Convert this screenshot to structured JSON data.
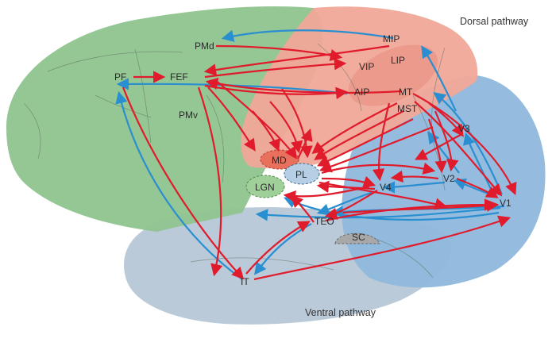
{
  "pathways": {
    "dorsal": "Dorsal pathway",
    "ventral": "Ventral pathway"
  },
  "regions": {
    "PMd": "PMd",
    "PF": "PF",
    "FEF": "FEF",
    "PMv": "PMv",
    "MIP": "MIP",
    "LIP": "LIP",
    "VIP": "VIP",
    "AIP": "AIP",
    "MT": "MT",
    "MST": "MST",
    "V3": "V3",
    "V2": "V2",
    "V1": "V1",
    "V4": "V4",
    "MD": "MD",
    "PL": "PL",
    "LGN": "LGN",
    "TEO": "TEO",
    "SC": "SC",
    "IT": "IT"
  },
  "colors": {
    "frontal_lobe": "#8fc48f",
    "parietal_lobe": "#f0a898",
    "occipital_lobe": "#8fb8dc",
    "temporal_lobe": "#b4c6d6",
    "feedforward_arrow": "#e01b2c",
    "feedback_arrow": "#2a8fd0",
    "md_nucleus": "#e8705c",
    "pl_nucleus": "#b7cfe4",
    "lgn_nucleus": "#9fd09a",
    "sc_nucleus": "#a8a8a8"
  }
}
